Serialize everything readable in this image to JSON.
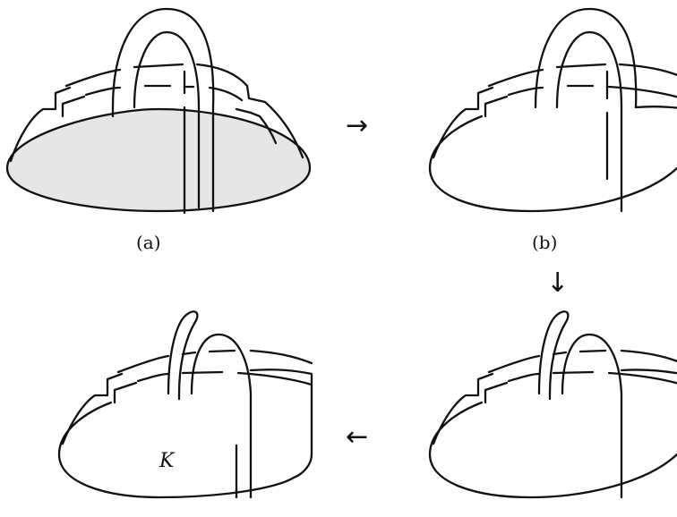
{
  "labels": {
    "panel_a": "(a)",
    "panel_b": "(b)",
    "knot": "K"
  },
  "arrows": {
    "right": "→",
    "down": "↓",
    "left": "←"
  },
  "colors": {
    "disk_fill": "#e6e6e6",
    "stroke": "#111111"
  }
}
